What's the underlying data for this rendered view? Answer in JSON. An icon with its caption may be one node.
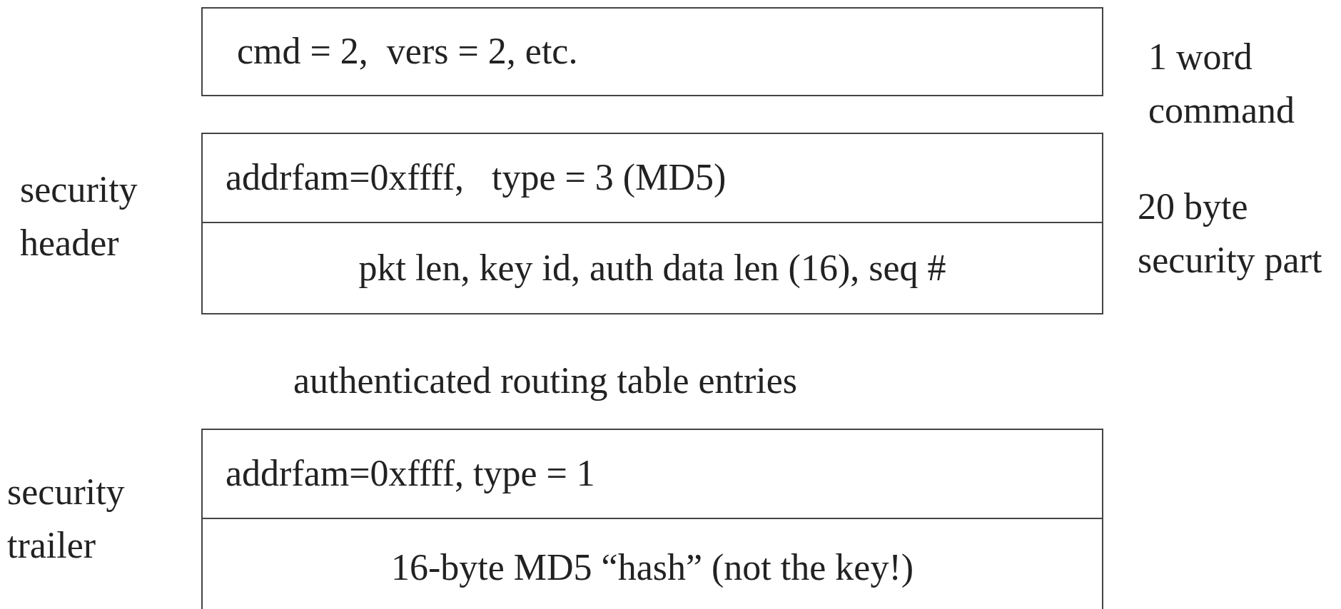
{
  "diagram": {
    "nodes": [
      {
        "text": [
          "cmd = 2,  vers = 2, etc."
        ],
        "beside": [
          "1 word command"
        ]
      },
      {
        "text": [
          "addrfam=0xffff,   type = 3 (MD5)"
        ]
      },
      {
        "text": [
          "pkt len, key id, auth data len (16), seq #"
        ]
      },
      {
        "text": [
          "addrfam=0xffff, type = 1"
        ]
      },
      {
        "text": [
          "16-byte MD5 “hash” (not the key!)"
        ]
      }
    ],
    "labels": [
      "security header",
      "20 byte security part",
      "authenticated routing table entries",
      "security trailer"
    ]
  }
}
